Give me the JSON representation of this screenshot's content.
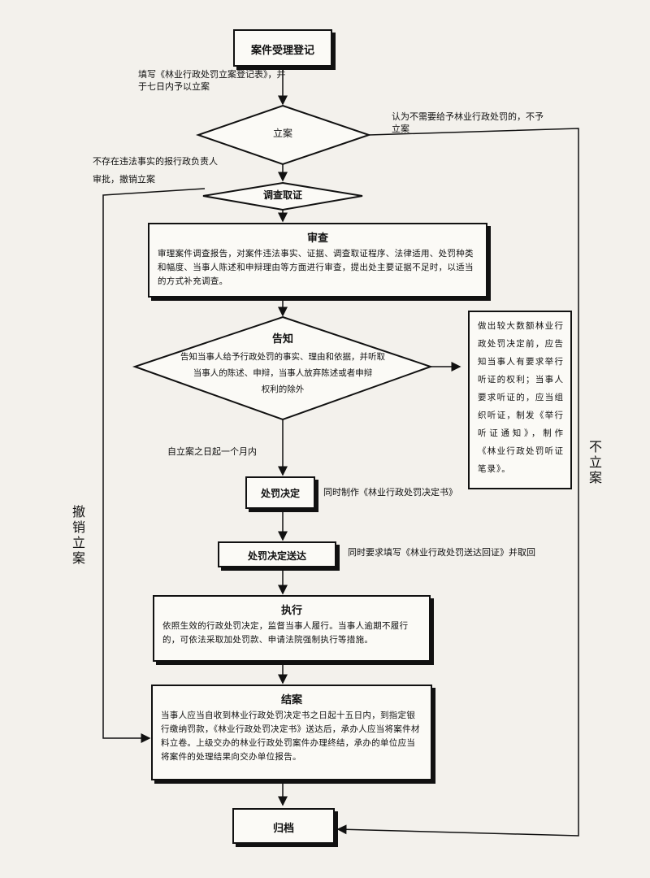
{
  "nodes": {
    "register": {
      "title": "案件受理登记"
    },
    "filing": {
      "title": "立案"
    },
    "investigate": {
      "title": "调查取证"
    },
    "review": {
      "title": "审查",
      "body": "审理案件调查报告，对案件违法事实、证据、调查取证程序、法律适用、处罚种类和幅度、当事人陈述和申辩理由等方面进行审查，提出处主要证据不足时，以适当的方式补充调查。"
    },
    "notify": {
      "title": "告知",
      "line1": "告知当事人给予行政处罚的事实、理由和依据，并听取",
      "line2": "当事人的陈述、申辩，当事人放弃陈述或者申辩",
      "line3": "权利的除外"
    },
    "decision": {
      "title": "处罚决定"
    },
    "delivery": {
      "title": "处罚决定送达"
    },
    "execute": {
      "title": "执行",
      "body": "依照生效的行政处罚决定，监督当事人履行。当事人逾期不履行的，可依法采取加处罚款、申请法院强制执行等措施。"
    },
    "close": {
      "title": "结案",
      "body": "当事人应当自收到林业行政处罚决定书之日起十五日内，到指定银行缴纳罚款，《林业行政处罚决定书》送达后，承办人应当将案件材料立卷。上级交办的林业行政处罚案件办理终结，承办的单位应当将案件的处理结果向交办单位报告。"
    },
    "archive": {
      "title": "归档"
    }
  },
  "annotations": {
    "fill_form": "填写《林业行政处罚立案登记表》，并于七日内予以立案",
    "no_filing_reason": "认为不需要给予林业行政处罚的，不予立案",
    "revoke_reason": "不存在违法事实的报行政负责人审批，撤销立案",
    "within_month": "自立案之日起一个月内",
    "make_decision": "同时制作《林业行政处罚决定书》",
    "delivery_receipt": "同时要求填写《林业行政处罚送达回证》并取回"
  },
  "side_note": "做出较大数额林业行政处罚决定前，应告知当事人有要求举行听证的权利；当事人要求听证的，应当组织听证，制发《举行听证通知》，制作《林业行政处罚听证笔录》。",
  "side_labels": {
    "left": "撤销立案",
    "right": "不立案"
  }
}
